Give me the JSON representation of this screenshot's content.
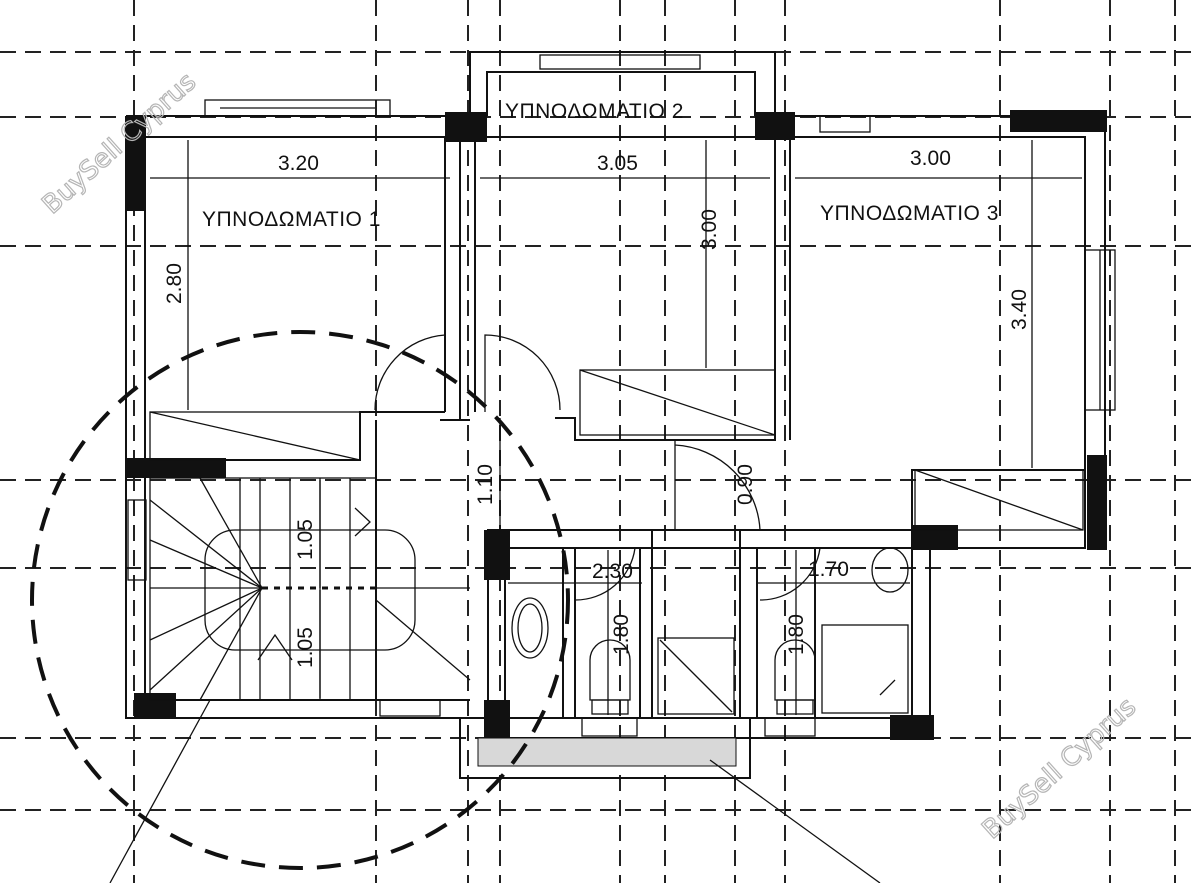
{
  "rooms": {
    "bedroom1": "ΥΠΝΟΔΩΜΑΤΙΟ 1",
    "bedroom2": "ΥΠΝΟΔΩΜΑΤΙΟ 2",
    "bedroom3": "ΥΠΝΟΔΩΜΑΤΙΟ 3"
  },
  "dimensions": {
    "bed1_width": "3.20",
    "bed1_depth": "2.80",
    "bed2_width": "3.05",
    "bed2_depth": "3.00",
    "bed3_width": "3.00",
    "bed3_depth": "3.40",
    "hall_depth": "1.10",
    "door_width": "0.90",
    "stair_upper": "1.05",
    "stair_lower": "1.05",
    "bath1_width": "2.30",
    "bath1_depth": "1.80",
    "bath2_width": "1.70",
    "bath2_depth": "1.80"
  },
  "watermarks": {
    "top_left": "BuySell Cyprus",
    "bottom_right": "BuySell Cyprus"
  }
}
